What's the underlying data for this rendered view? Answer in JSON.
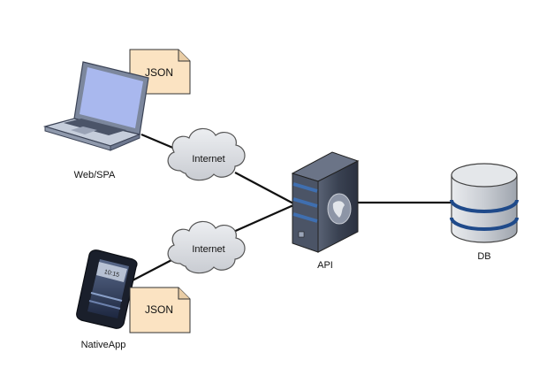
{
  "nodes": {
    "web_client": {
      "label": "Web/SPA"
    },
    "native_client": {
      "label": "NativeApp"
    },
    "api": {
      "label": "API"
    },
    "db": {
      "label": "DB"
    },
    "cloud_top": {
      "label": "Internet"
    },
    "cloud_bottom": {
      "label": "Internet"
    },
    "note_top": {
      "label": "JSON"
    },
    "note_bottom": {
      "label": "JSON"
    },
    "phone_clock": {
      "label": "10:15"
    }
  },
  "colors": {
    "laptop_body": "#b9c4d8",
    "laptop_screen": "#a9b8ee",
    "server_body": "#3c4556",
    "server_stripe": "#3f6fb0",
    "db_body": "#c8ccd2",
    "db_stripe": "#1f4a8a",
    "cloud_fill": "#dfe1e5",
    "note_fill": "#fbe3c2",
    "line": "#111111"
  }
}
